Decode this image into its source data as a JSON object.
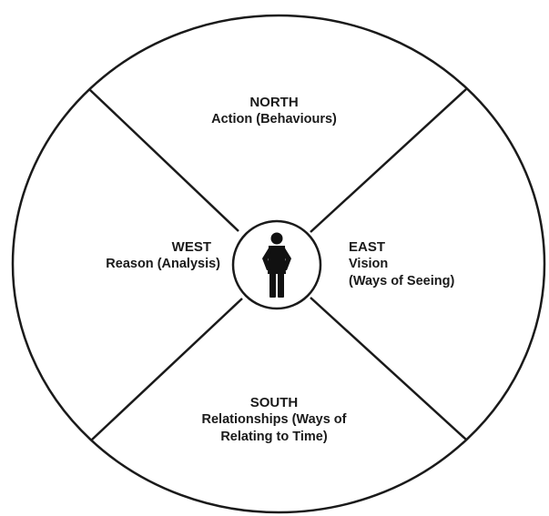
{
  "diagram": {
    "center_icon": "standing-person-icon",
    "stroke_color": "#1a1a1a",
    "fill_color": "#ffffff",
    "north": {
      "direction": "NORTH",
      "description": "Action (Behaviours)"
    },
    "west": {
      "direction": "WEST",
      "description": "Reason (Analysis)"
    },
    "east": {
      "direction": "EAST",
      "description_line1": "Vision",
      "description_line2": "(Ways of Seeing)"
    },
    "south": {
      "direction": "SOUTH",
      "description_line1": "Relationships (Ways of",
      "description_line2": "Relating to Time)"
    }
  }
}
